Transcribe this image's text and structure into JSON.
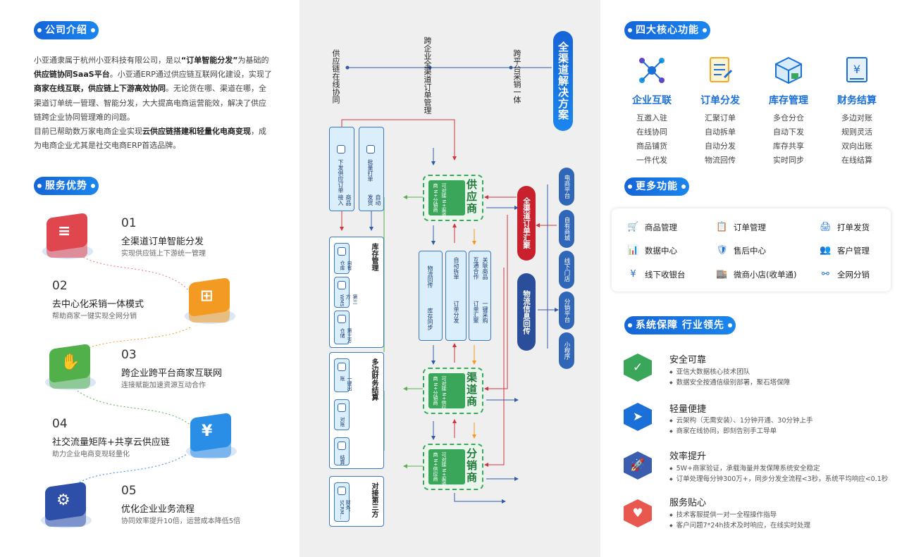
{
  "left": {
    "intro_title": "公司介绍",
    "intro": {
      "p1": "小亚通隶属于杭州小亚科技有限公司，是以",
      "p1_quote": "“订单智能分发”",
      "p2": "为基础的",
      "p2_bold": "供应链协同SaaS平台",
      "p3": "。小亚通ERP通过供应链互联网化建设，实现了",
      "p3_bold1": "商家在线互联，供应链上下游高效协同",
      "p4": "。无论货在哪、渠道在哪，全渠道订单统一管理、智能分发，大大提高电商运营能效，解决了供应链跨企业协同管理难的问题。",
      "p5": "目前已帮助数万家电商企业实现",
      "p5_bold": "云供应链搭建和轻量化电商变现",
      "p6": "，成为电商企业尤其是社交电商ERP首选品牌。"
    },
    "service_title": "服务优势",
    "advantages": [
      {
        "num": "01",
        "title": "全渠道订单智能分发",
        "sub": "实现供应链上下游统一管理",
        "color": "#e0464e",
        "glyph": "≡"
      },
      {
        "num": "02",
        "title": "去中心化采销一体模式",
        "sub": "帮助商家一键实现全网分销",
        "color": "#f29a22",
        "glyph": "⊞"
      },
      {
        "num": "03",
        "title": "跨企业跨平台商家互联网",
        "sub": "连接赋能加速资源互动合作",
        "color": "#52b04a",
        "glyph": "✋"
      },
      {
        "num": "04",
        "title": "社交流量矩阵+共享云供应链",
        "sub": "助力企业电商变现轻量化",
        "color": "#2a8de6",
        "glyph": "¥"
      },
      {
        "num": "05",
        "title": "优化企业业务流程",
        "sub": "协同效率提升10倍，运营成本降低5倍",
        "color": "#2e4fa8",
        "glyph": "⚙"
      }
    ]
  },
  "middle": {
    "banner": "全渠道解决方案",
    "top_labels": [
      "跨平台采销一体",
      "跨企业全渠道订单管理",
      "供应链在线协同"
    ],
    "hubs": [
      {
        "name": "供应商",
        "lines": [
          "可对接",
          "N+渠道商",
          "N+分销商"
        ]
      },
      {
        "name": "渠道商",
        "lines": [
          "可对接",
          "N+供应商",
          "N+分销商"
        ]
      },
      {
        "name": "分销商",
        "lines": [
          "可对接",
          "N+渠道商",
          "N+供应商"
        ]
      }
    ],
    "top_boxes": [
      {
        "a": "下发供应订单",
        "b": "商品接入"
      },
      {
        "a": "批量打单",
        "b": "自动发货"
      }
    ],
    "mid_boxes": [
      {
        "a": "物流回传",
        "b": "库存同步"
      },
      {
        "a": "自动拆单",
        "b": "订单分发"
      },
      {
        "a": "互通合作",
        "b": "订单汇聚"
      }
    ],
    "mid_boxes_extra": [
      {
        "x": "关联商品"
      },
      {
        "x": "一键采购"
      }
    ],
    "inventory": {
      "title": "库存管理",
      "items": [
        "自有仓库",
        "第三方WMS",
        "第三方仓储"
      ]
    },
    "settlement": {
      "title": "多边财务结算",
      "items": [
        "一键出账",
        "对账",
        "结算"
      ]
    },
    "third_party": {
      "title": "对接第三方",
      "items": [
        "财务、SCRM…"
      ]
    },
    "red_pill": "全渠道订单汇聚",
    "blue_pill": "物流信息回传",
    "platforms": [
      "电商平台",
      "自有商城",
      "线下门店",
      "分销平台",
      "小程序"
    ]
  },
  "right": {
    "core_title": "四大核心功能",
    "cores": [
      {
        "title": "企业互联",
        "lines": [
          "互邀入驻",
          "在线协同",
          "商品铺货",
          "一件代发"
        ],
        "icon": "network-icon"
      },
      {
        "title": "订单分发",
        "lines": [
          "汇聚订单",
          "自动拆单",
          "自动分发",
          "物流回传"
        ],
        "icon": "document-icon"
      },
      {
        "title": "库存管理",
        "lines": [
          "多仓分仓",
          "自动下发",
          "库存共享",
          "实时同步"
        ],
        "icon": "box-icon"
      },
      {
        "title": "财务结算",
        "lines": [
          "多边对账",
          "规则灵活",
          "双向出账",
          "在线结算"
        ],
        "icon": "finance-icon"
      }
    ],
    "more_title": "更多功能",
    "more": [
      {
        "label": "商品管理",
        "icon": "🛒"
      },
      {
        "label": "订单管理",
        "icon": "📋"
      },
      {
        "label": "打单发货",
        "icon": "🖨"
      },
      {
        "label": "数据中心",
        "icon": "📊"
      },
      {
        "label": "售后中心",
        "icon": "🛡"
      },
      {
        "label": "客户管理",
        "icon": "👥"
      },
      {
        "label": "线下收银台",
        "icon": "¥"
      },
      {
        "label": "微商小店(收单通)",
        "icon": "🏬"
      },
      {
        "label": "全网分销",
        "icon": "⚯"
      }
    ],
    "guarantee_title": "系统保障 行业领先",
    "guarantees": [
      {
        "title": "安全可靠",
        "color": "#3aa65a",
        "glyph": "✓",
        "lines": [
          "亚信大数据核心技术团队",
          "数据安全按通信级别部署，聚石塔保障"
        ]
      },
      {
        "title": "轻量便捷",
        "color": "#1a6fd8",
        "glyph": "➤",
        "lines": [
          "云架构（无需安装）、1分钟开通、30分钟上手",
          "商家在线协同，即刻告别手工导单"
        ]
      },
      {
        "title": "效率提升",
        "color": "#3b5db0",
        "glyph": "🚀",
        "lines": [
          "5W+商家验证，承载海量并发保障系统安全稳定",
          "订单处理每分钟300万+，同步分发全流程<3秒，系统平均响应<0.1秒"
        ]
      },
      {
        "title": "服务贴心",
        "color": "#e8584e",
        "glyph": "♥",
        "lines": [
          "技术客服提供一对一全程操作指导",
          "客户问题7*24h技术及时响应，在线实时处理"
        ]
      }
    ]
  }
}
